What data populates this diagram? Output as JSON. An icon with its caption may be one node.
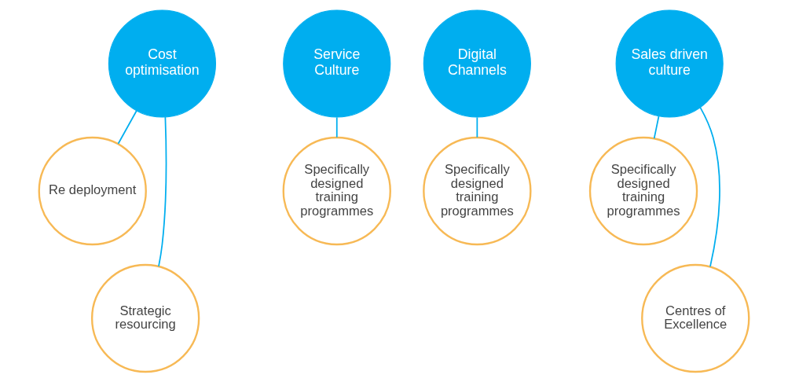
{
  "diagram": {
    "nodes": [
      {
        "text": [
          "Cost optimisation"
        ]
      },
      {
        "text": [
          "Re deployment"
        ]
      },
      {
        "text": [
          "Strategic resourcing"
        ]
      },
      {
        "text": [
          "Service Culture"
        ]
      },
      {
        "text": [
          "Specifically designed training programmes"
        ]
      },
      {
        "text": [
          "Digital Channels"
        ]
      },
      {
        "text": [
          "Specifically designed training programmes"
        ]
      },
      {
        "text": [
          "Sales driven culture"
        ]
      },
      {
        "text": [
          "Specifically designed training programmes"
        ]
      },
      {
        "text": [
          "Centres of Excellence"
        ]
      }
    ],
    "edges": [
      {
        "from": 0,
        "to": 1,
        "arrow": "none"
      },
      {
        "from": 0,
        "to": 2,
        "arrow": "none"
      },
      {
        "from": 3,
        "to": 4,
        "arrow": "none"
      },
      {
        "from": 5,
        "to": 6,
        "arrow": "none"
      },
      {
        "from": 7,
        "to": 8,
        "arrow": "none"
      },
      {
        "from": 7,
        "to": 9,
        "arrow": "none"
      }
    ]
  }
}
